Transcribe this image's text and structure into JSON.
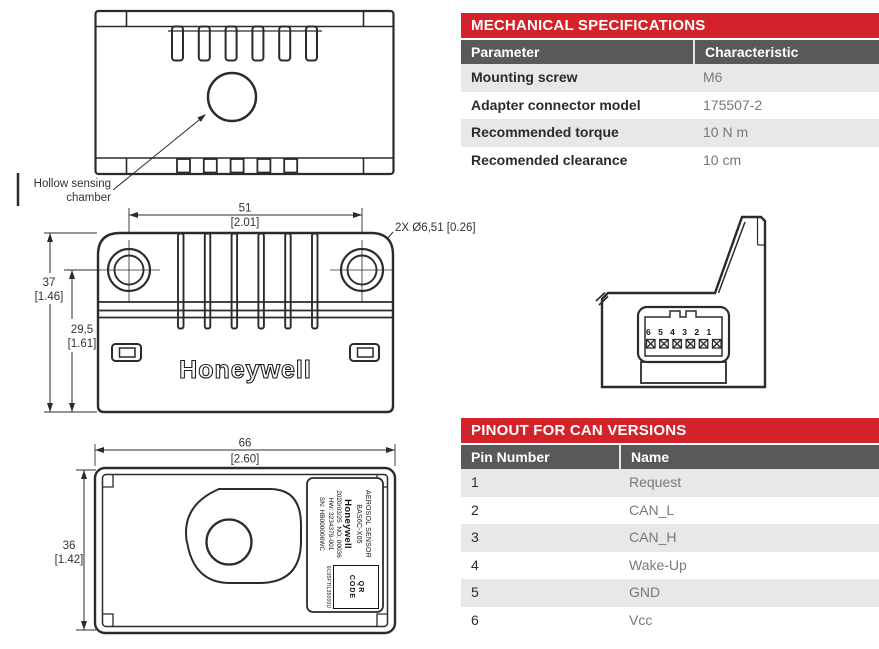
{
  "colors": {
    "brand_red": "#D3222A",
    "table_header_gray": "#58595B",
    "row_alt_gray": "#E8E8E8",
    "value_text_gray": "#77787B",
    "line_color": "#2b2b2b"
  },
  "top_view": {
    "callout_line1": "Hollow sensing",
    "callout_line2": "chamber"
  },
  "front_view": {
    "dim_width_mm": "51",
    "dim_width_in": "[2.01]",
    "dim_height_mm": "37",
    "dim_height_in": "[1.46]",
    "dim_height2_mm": "29,5",
    "dim_height2_in": "[1.61]",
    "hole_callout": "2X Ø6,51 [0.26]",
    "logo": "Honeywell"
  },
  "side_view": {
    "pin_numbers": "6 5 4 3 2 1"
  },
  "bottom_view": {
    "dim_width_mm": "66",
    "dim_width_in": "[2.60]",
    "dim_height_mm": "36",
    "dim_height_in": "[1.42]",
    "label": {
      "line1": "AEROSOL SENSOR",
      "line2": "BAS6C-X05",
      "logo": "Honeywell",
      "line4": "2020/03/25  NO: 00036",
      "line5": "HW: 3234379-001",
      "line6": "SN: HB000006WC",
      "qr_line1": "QR",
      "qr_line2": "CODE",
      "side_code": "6C05FTIL35000U"
    }
  },
  "mechanical_specs_table": {
    "title": "MECHANICAL SPECIFICATIONS",
    "columns": [
      "Parameter",
      "Characteristic"
    ],
    "rows": [
      {
        "parameter": "Mounting screw",
        "characteristic": "M6"
      },
      {
        "parameter": "Adapter connector model",
        "characteristic": "175507-2"
      },
      {
        "parameter": "Recommended torque",
        "characteristic": "10 N m"
      },
      {
        "parameter": "Recomended clearance",
        "characteristic": "10 cm"
      }
    ]
  },
  "pinout_table": {
    "title": "PINOUT FOR CAN VERSIONS",
    "columns": [
      "Pin Number",
      "Name"
    ],
    "rows": [
      {
        "pin": "1",
        "name": "Request"
      },
      {
        "pin": "2",
        "name": "CAN_L"
      },
      {
        "pin": "3",
        "name": "CAN_H"
      },
      {
        "pin": "4",
        "name": "Wake-Up"
      },
      {
        "pin": "5",
        "name": "GND"
      },
      {
        "pin": "6",
        "name": "Vcc"
      }
    ]
  }
}
